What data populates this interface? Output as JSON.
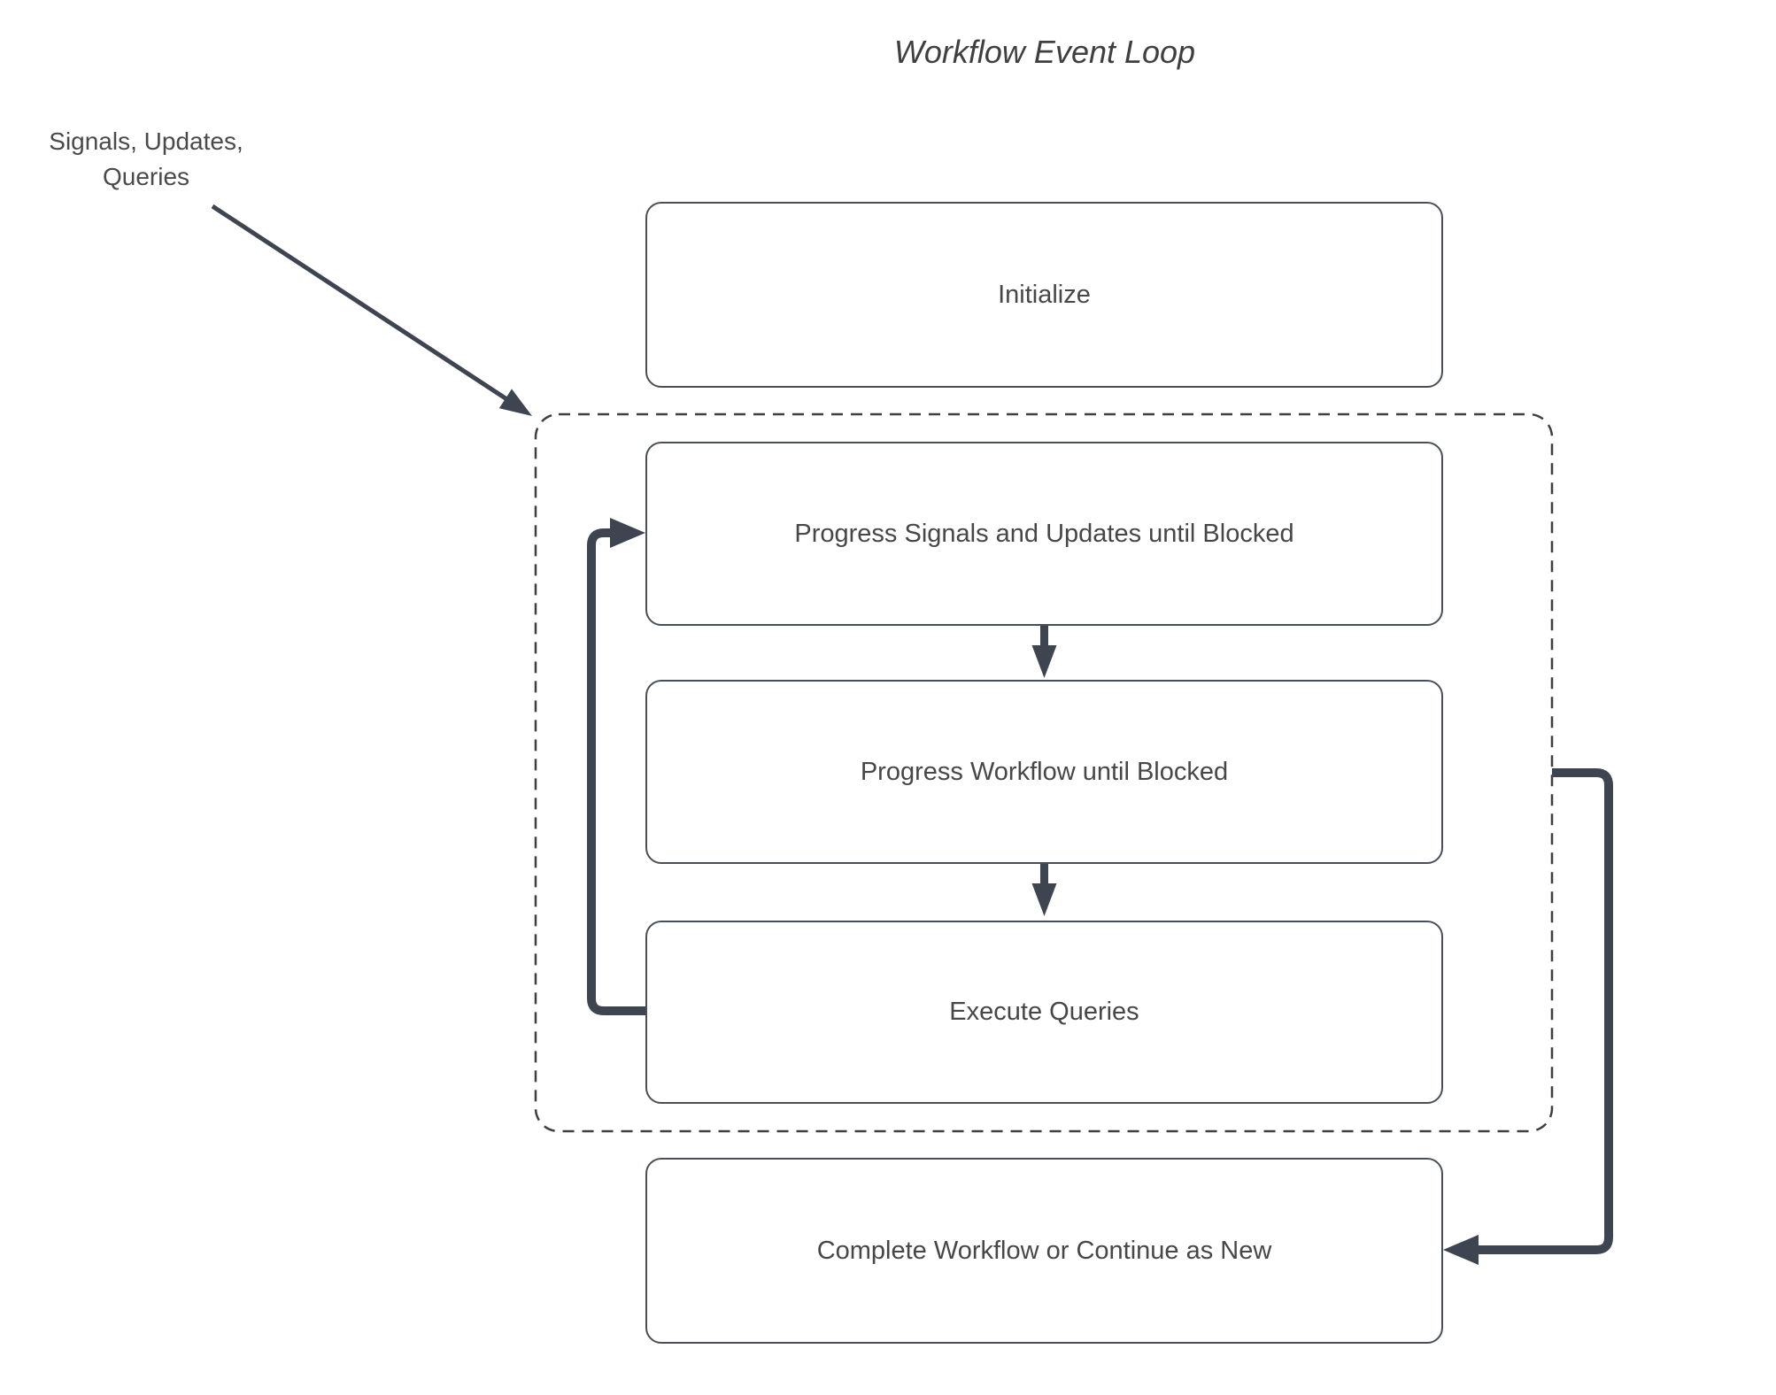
{
  "diagram": {
    "title": "Workflow Event Loop",
    "external_label": {
      "lines": [
        "Signals, Updates,",
        "Queries"
      ]
    },
    "nodes": {
      "initialize": "Initialize",
      "progress_signals": "Progress Signals and Updates until Blocked",
      "progress_workflow": "Progress Workflow until Blocked",
      "execute_queries": "Execute Queries",
      "complete": "Complete Workflow or Continue as New"
    },
    "edges": [
      {
        "name": "edge-signals-input",
        "from": "external-label",
        "to": "event-loop-group"
      },
      {
        "name": "edge-signals-to-workflow",
        "from": "progress_signals",
        "to": "progress_workflow"
      },
      {
        "name": "edge-workflow-to-queries",
        "from": "progress_workflow",
        "to": "execute_queries"
      },
      {
        "name": "edge-queries-loop-back",
        "from": "execute_queries",
        "to": "progress_signals"
      },
      {
        "name": "edge-loop-to-complete",
        "from": "event-loop-group",
        "to": "complete"
      }
    ],
    "colors": {
      "background": "#ffffff",
      "node_fill": "#ffffff",
      "node_border": "#4a4f57",
      "node_text": "#474747",
      "title_text": "#3f3f3f",
      "arrow": "#3e4450",
      "dashed_border": "#3f3f3f"
    }
  }
}
